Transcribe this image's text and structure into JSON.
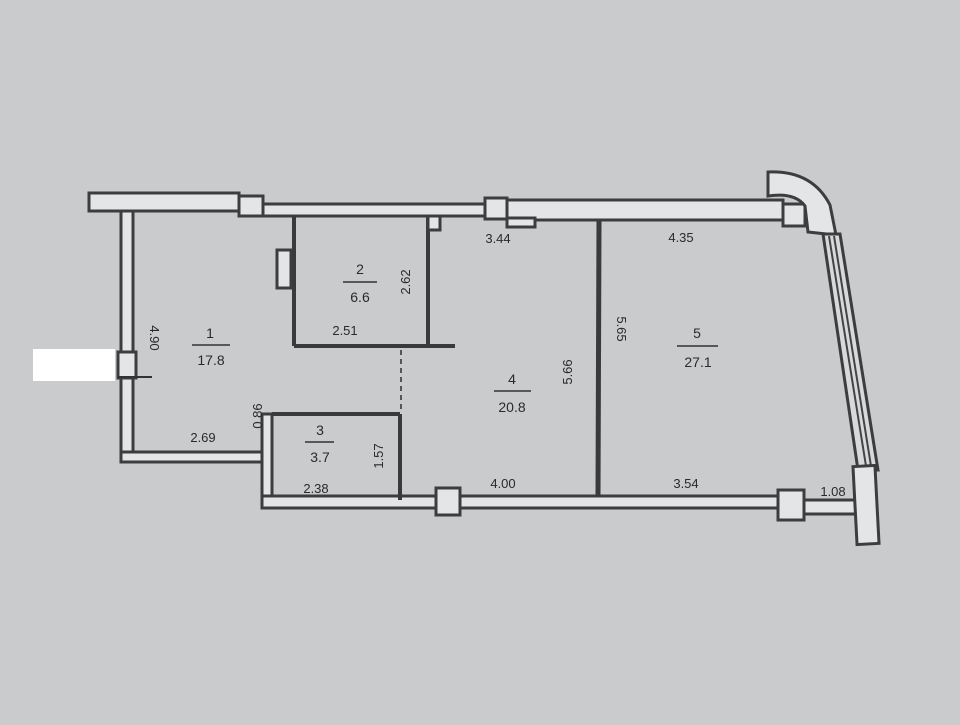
{
  "plan": {
    "colors": {
      "paper": "#c9cbcc",
      "wall": "#3d3d3d",
      "fill": "#e4e5e6"
    },
    "rooms": [
      {
        "number": "1",
        "area": "17.8"
      },
      {
        "number": "2",
        "area": "6.6"
      },
      {
        "number": "3",
        "area": "3.7"
      },
      {
        "number": "4",
        "area": "20.8"
      },
      {
        "number": "5",
        "area": "27.1"
      }
    ],
    "dimensions": {
      "r1_height": "4.90",
      "r1_bottom": "2.69",
      "r1_notch": "0.86",
      "r2_width": "2.51",
      "r2_height": "2.62",
      "r3_width": "2.38",
      "r3_height": "1.57",
      "r4_top": "3.44",
      "r4_height": "5.66",
      "r4_bottom": "4.00",
      "r5_top": "4.35",
      "r5_height": "5.65",
      "r5_bottom": "3.54",
      "balcony": "1.08"
    }
  }
}
